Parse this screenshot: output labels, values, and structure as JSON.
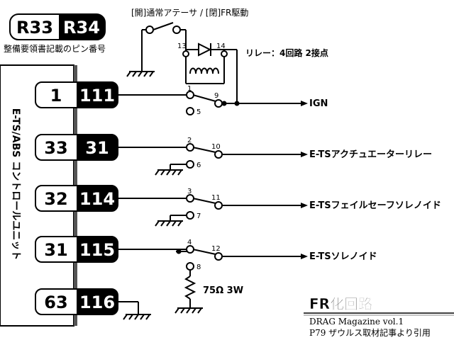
{
  "header": {
    "badge_left": "R33",
    "badge_right": "R34",
    "pin_caption": "整備要領書記載のピン番号",
    "switch_caption": "[開]通常アテーサ / [閉]FR駆動",
    "relay_caption": "リレー：4回路 2接点"
  },
  "control_unit": {
    "label": "E-TS/ABS コントロールユニット"
  },
  "pins": [
    {
      "r33": "1",
      "r34": "111"
    },
    {
      "r33": "33",
      "r34": "31"
    },
    {
      "r33": "32",
      "r34": "114"
    },
    {
      "r33": "31",
      "r34": "115"
    },
    {
      "r33": "63",
      "r34": "116"
    }
  ],
  "relay_terminals": {
    "t1": "1",
    "t2": "2",
    "t3": "3",
    "t4": "4",
    "t5": "5",
    "t6": "6",
    "t7": "7",
    "t8": "8",
    "t9": "9",
    "t10": "10",
    "t11": "11",
    "t12": "12",
    "t13": "13",
    "t14": "14"
  },
  "outputs": {
    "ign": "IGN",
    "ets_relay": "E-TSアクチュエーターリレー",
    "ets_failsafe": "E-TSフェイルセーフソレノイド",
    "ets_solenoid": "E-TSソレノイド"
  },
  "resistor_label": "75Ω 3W",
  "footer": {
    "title": "FR化回路",
    "magazine": "DRAG Magazine vol.1",
    "source": "P79 ザウルス取材記事より引用"
  }
}
